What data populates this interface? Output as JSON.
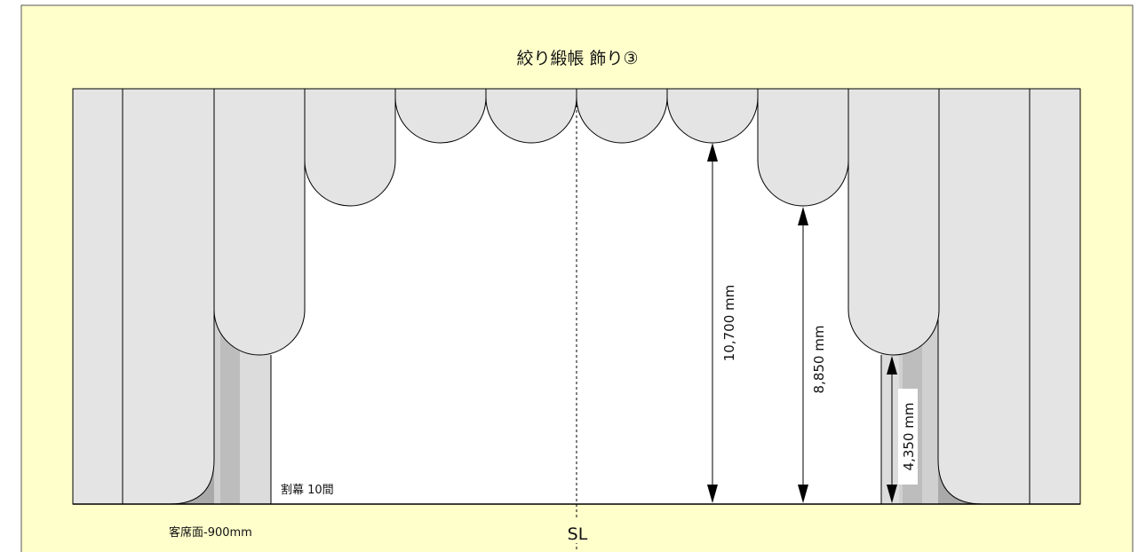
{
  "diagram": {
    "title": "絞り緞帳 飾り③",
    "center_label": "SL",
    "floor_label": "客席面-900mm",
    "split_label": "割幕 10間",
    "dimensions": [
      {
        "id": "outer",
        "label": "10,700 mm"
      },
      {
        "id": "middle",
        "label": "8,850 mm"
      },
      {
        "id": "inner",
        "label": "4,350 mm"
      }
    ]
  },
  "colors": {
    "background": "#ffffcc",
    "panel": "#e4e4e4",
    "panel_shadow": "#c2c2c2",
    "panel_shadow_dark": "#a9a9a9",
    "stroke": "#000000",
    "stage": "#ffffff"
  }
}
